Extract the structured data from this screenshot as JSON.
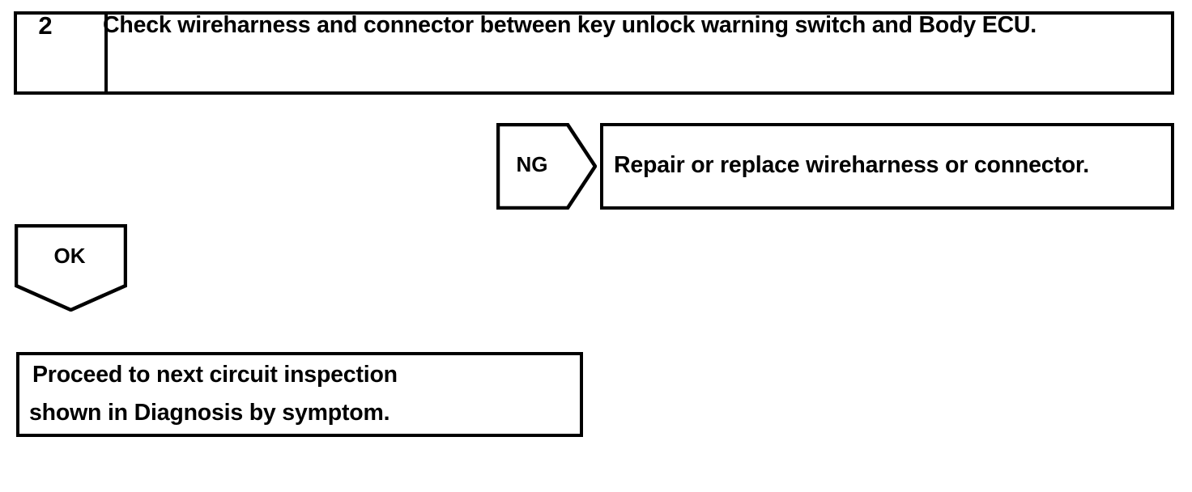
{
  "flowchart": {
    "step": {
      "number": "2",
      "instruction": "Check wireharness and connector between key unlock warning switch and Body ECU."
    },
    "branches": {
      "ng": {
        "label": "NG",
        "outcome": "Repair or replace wireharness or connector."
      },
      "ok": {
        "label": "OK",
        "outcome_line_1": "Proceed to next circuit inspection",
        "outcome_line_2": "shown  in Diagnosis by symptom."
      }
    },
    "colors": {
      "ink": "#000000",
      "paper": "#ffffff"
    }
  }
}
